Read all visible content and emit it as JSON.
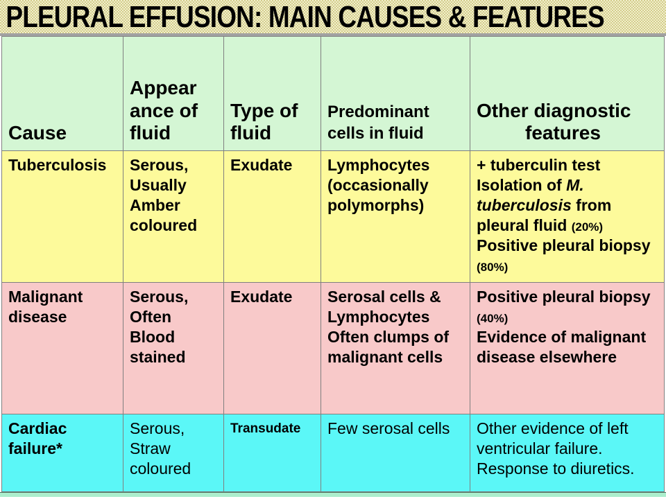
{
  "slide": {
    "title": "PLEURAL EFFUSION: MAIN CAUSES & FEATURES"
  },
  "colors": {
    "title_bg": "#e7e2a4",
    "header_bg": "#d4f6d4",
    "row_tuberculosis_bg": "#fdfa9b",
    "row_malignant_bg": "#f8c9c9",
    "row_cardiac_bg": "#5bf7f7",
    "grid": "#7f7f7f",
    "frame": "#a2a2a2",
    "text": "#000000",
    "bottom_strip": "#abeecd"
  },
  "table": {
    "headers": [
      "Cause",
      "Appear\nance of\nfluid",
      "Type of\nfluid",
      "Predominant\ncells in fluid",
      "Other diagnostic\n         features"
    ],
    "rows": [
      {
        "cause": "Tuberculosis",
        "appearance": "Serous,\nUsually\nAmber\ncoloured",
        "fluid_type": "Exudate",
        "predominant_cells": "Lymphocytes\n(occasionally\npolymorphs)",
        "other_segments": [
          "+ tuberculin test\nIsolation of ",
          "M.\ntuberculosis",
          " from\npleural fluid ",
          "(20%)",
          "\nPositive pleural biopsy\n",
          "(80%)"
        ]
      },
      {
        "cause": "Malignant\ndisease",
        "appearance": "Serous,\nOften\nBlood\nstained",
        "fluid_type": "Exudate",
        "predominant_cells": "Serosal cells &\nLymphocytes\nOften clumps of\nmalignant cells",
        "other_segments": [
          "Positive pleural biopsy\n",
          "(40%)",
          "\nEvidence of malignant\ndisease elsewhere"
        ]
      },
      {
        "cause": "Cardiac\nfailure*",
        "appearance": "Serous,\nStraw\ncoloured",
        "fluid_type": "Transudate",
        "predominant_cells": "Few serosal cells",
        "other": "Other evidence of left\nventricular failure.\nResponse to diuretics."
      }
    ]
  }
}
